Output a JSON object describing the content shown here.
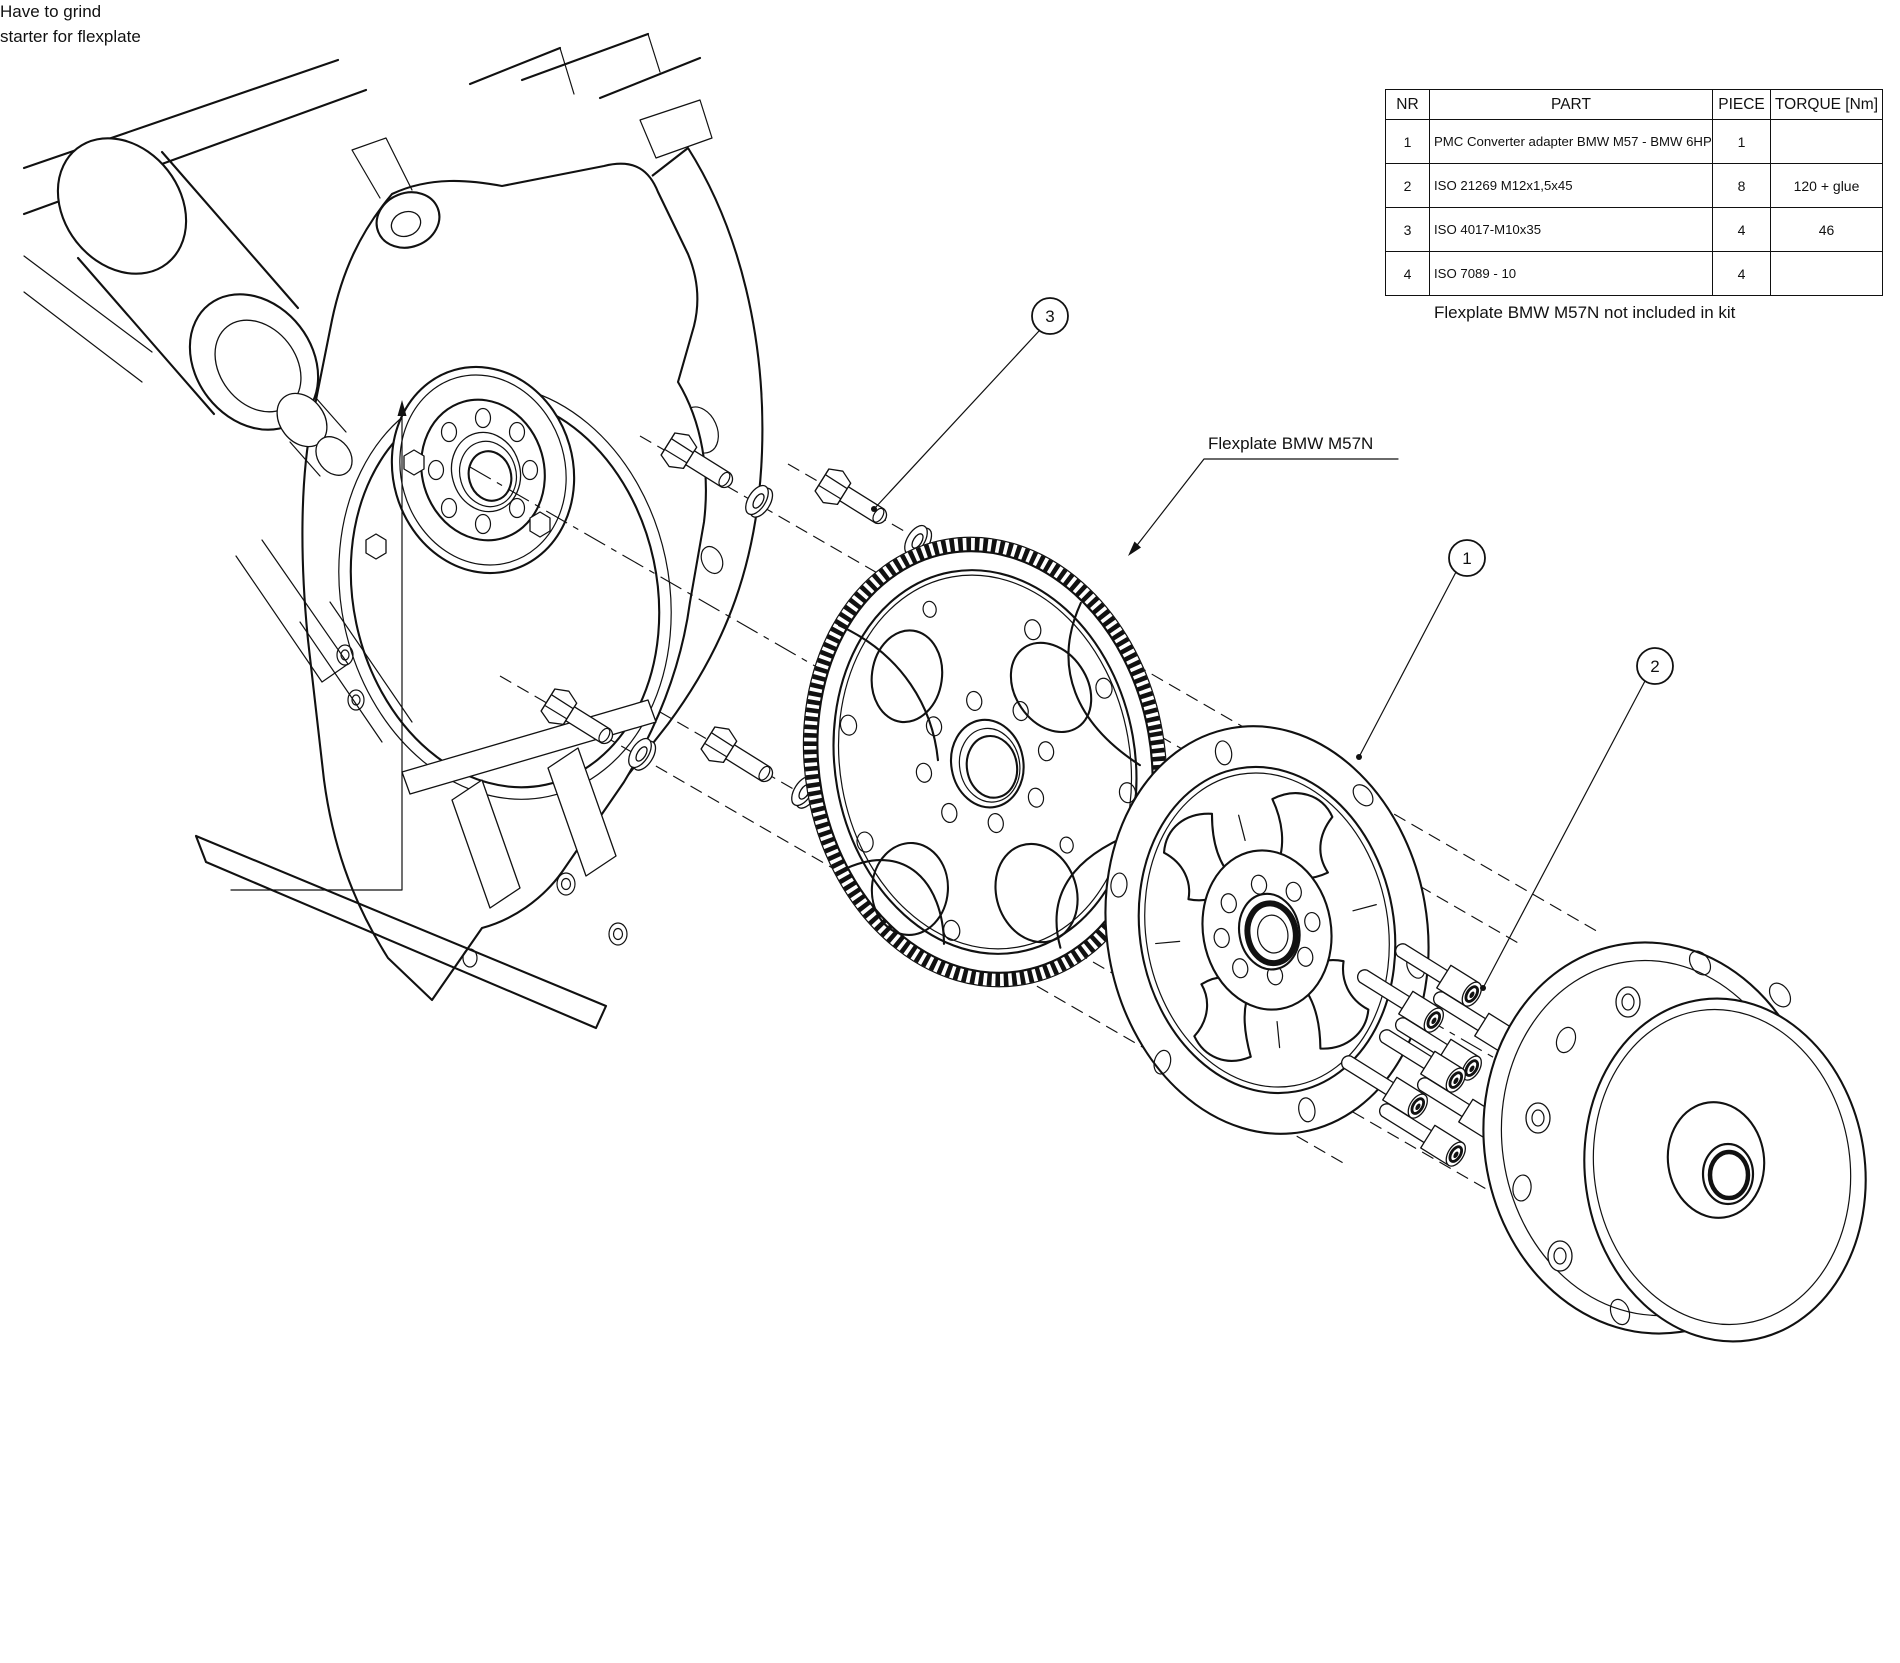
{
  "drawing": {
    "background_color": "#ffffff",
    "line_color": "#111111",
    "title_context": "Exploded assembly drawing: PMC converter adapter BMW M57 - BMW 6HP"
  },
  "table": {
    "headers": [
      "NR",
      "PART",
      "PIECE",
      "TORQUE [Nm]"
    ],
    "rows": [
      {
        "nr": "1",
        "part": "PMC Converter adapter BMW M57 - BMW 6HP",
        "piece": "1",
        "torque": ""
      },
      {
        "nr": "2",
        "part": "ISO 21269 M12x1,5x45",
        "piece": "8",
        "torque": "120 + glue"
      },
      {
        "nr": "3",
        "part": "ISO 4017-M10x35",
        "piece": "4",
        "torque": "46"
      },
      {
        "nr": "4",
        "part": "ISO 7089 - 10",
        "piece": "4",
        "torque": ""
      }
    ],
    "note": "Flexplate BMW M57N not included in kit"
  },
  "annotations": {
    "flexplate_label": "Flexplate BMW M57N",
    "grind_note": {
      "line1": "Have to grind",
      "line2": "starter for flexplate"
    },
    "callouts": [
      {
        "number": "1"
      },
      {
        "number": "2"
      },
      {
        "number": "3"
      }
    ]
  }
}
